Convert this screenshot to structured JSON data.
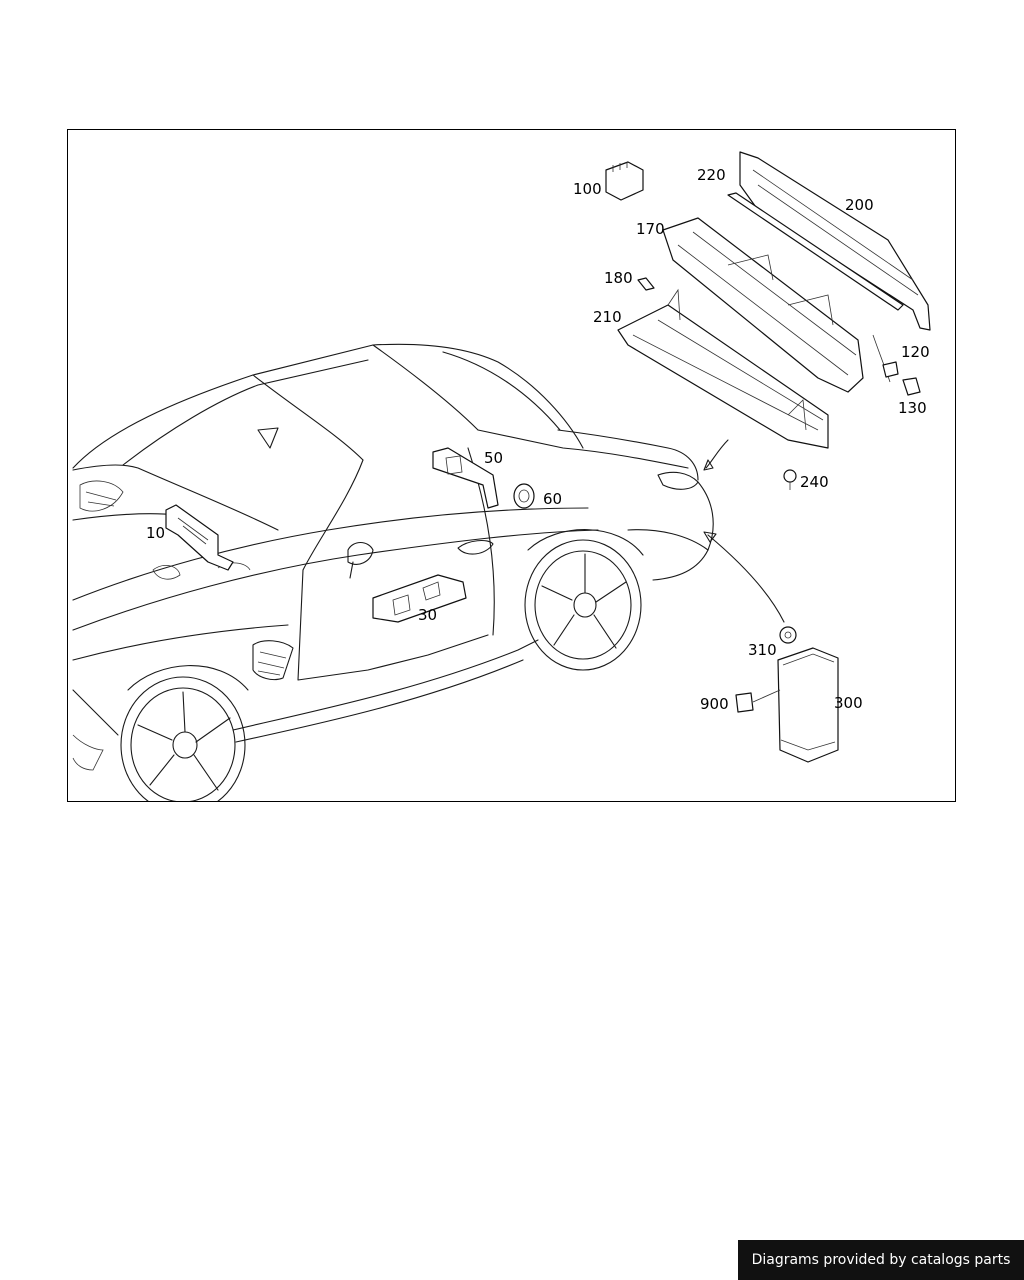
{
  "diagram": {
    "callouts": [
      {
        "id": "c10",
        "text": "10"
      },
      {
        "id": "c30",
        "text": "30"
      },
      {
        "id": "c50",
        "text": "50"
      },
      {
        "id": "c60",
        "text": "60"
      },
      {
        "id": "c100",
        "text": "100"
      },
      {
        "id": "c120",
        "text": "120"
      },
      {
        "id": "c130",
        "text": "130"
      },
      {
        "id": "c170",
        "text": "170"
      },
      {
        "id": "c180",
        "text": "180"
      },
      {
        "id": "c200",
        "text": "200"
      },
      {
        "id": "c210",
        "text": "210"
      },
      {
        "id": "c220",
        "text": "220"
      },
      {
        "id": "c240",
        "text": "240"
      },
      {
        "id": "c300",
        "text": "300"
      },
      {
        "id": "c310",
        "text": "310"
      },
      {
        "id": "c900",
        "text": "900"
      }
    ]
  },
  "footer": {
    "text": "Diagrams provided by catalogs parts",
    "background": "#111111",
    "color": "#ffffff"
  }
}
